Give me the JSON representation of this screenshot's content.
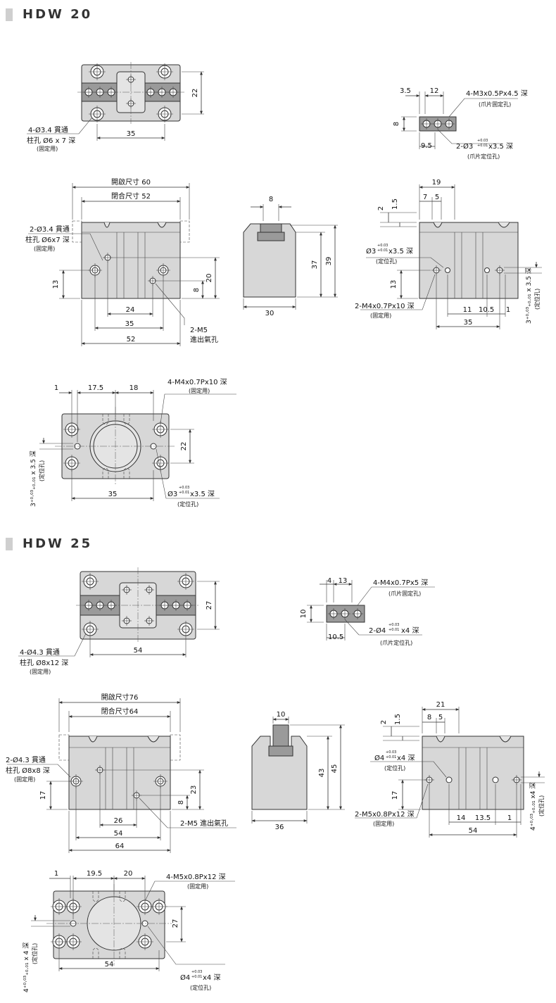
{
  "sections": [
    {
      "title": "HDW 20",
      "top_view": {
        "dim_width": "35",
        "dim_height": "22",
        "note": [
          "4-Ø3.4 貫通",
          "柱孔 Ø6 x 7 深",
          "(固定用)"
        ]
      },
      "jaw_detail": {
        "dim_a": "3.5",
        "dim_b": "12",
        "dim_h": "8",
        "dim_c": "9.5",
        "note_top": [
          "4-M3x0.5Px4.5 深",
          "(爪片固定孔)"
        ],
        "note_bot_main": "2-Ø3",
        "note_bot_tol_plus": "+0.03",
        "note_bot_tol_minus": "+0.01",
        "note_bot_tail": "x3.5 深",
        "note_bot_sub": "(爪片定位孔)"
      },
      "front_view": {
        "open_label": "開啟尺寸 60",
        "close_label": "閉合尺寸 52",
        "dim_24": "24",
        "dim_35": "35",
        "dim_52": "52",
        "dim_13": "13",
        "dim_20": "20",
        "dim_8": "8",
        "note_left": [
          "2-Ø3.4  貫通",
          "柱孔 Ø6x7 深",
          "(固定用)"
        ],
        "note_port": [
          "2-M5",
          "進出氣孔"
        ]
      },
      "side_view": {
        "dim_top": "8",
        "dim_37": "37",
        "dim_39": "39",
        "dim_30": "30"
      },
      "right_view": {
        "dim_19": "19",
        "dim_7": "7",
        "dim_5": "5",
        "dim_2": "2",
        "dim_1_5": "1.5",
        "dim_13": "13",
        "dim_11": "11",
        "dim_10_5": "10.5",
        "dim_1": "1",
        "dim_35": "35",
        "note_pin_main": "Ø3",
        "note_pin_tol_plus": "+0.03",
        "note_pin_tol_minus": "+0.01",
        "note_pin_tail": "x3.5 深",
        "note_pin_sub": "(定位孔)",
        "note_tap": [
          "2-M4x0.7Px10 深",
          "(固定用)"
        ],
        "note_vert": "3⁺⁰·⁰³₊₀.₀₁ x 3.5 深",
        "note_vert_sub": "(定位孔)"
      },
      "bottom_view": {
        "dim_1": "1",
        "dim_17_5": "17.5",
        "dim_18": "18",
        "dim_22": "22",
        "dim_35": "35",
        "note_top": [
          "4-M4x0.7Px10 深",
          "(固定用)"
        ],
        "note_pin_main": "Ø3",
        "note_pin_tol_plus": "+0.03",
        "note_pin_tol_minus": "+0.01",
        "note_pin_tail": "x3.5 深",
        "note_pin_sub": "(定位孔)",
        "note_vert": "3⁺⁰·⁰³₊₀.₀₁ x 3.5 深",
        "note_vert_sub": "(定位孔)"
      }
    },
    {
      "title": "HDW 25",
      "top_view": {
        "dim_width": "54",
        "dim_height": "27",
        "note": [
          "4-Ø4.3 貫通",
          "柱孔 Ø8x12 深",
          "(固定用)"
        ]
      },
      "jaw_detail": {
        "dim_a": "4",
        "dim_b": "13",
        "dim_h": "10",
        "dim_c": "10.5",
        "note_top": [
          "4-M4x0.7Px5 深",
          "(爪片固定孔)"
        ],
        "note_bot_main": "2-Ø4",
        "note_bot_tol_plus": "+0.03",
        "note_bot_tol_minus": "+0.01",
        "note_bot_tail": "x4  深",
        "note_bot_sub": "(爪片定位孔)"
      },
      "front_view": {
        "open_label": "開啟尺寸76",
        "close_label": "閉合尺寸64",
        "dim_26": "26",
        "dim_54": "54",
        "dim_64": "64",
        "dim_17": "17",
        "dim_23": "23",
        "dim_8": "8",
        "note_left": [
          "2-Ø4.3 貫通",
          "柱孔 Ø8x8 深",
          "(固定用)"
        ],
        "note_port": "2-M5 進出氣孔"
      },
      "side_view": {
        "dim_top": "10",
        "dim_43": "43",
        "dim_45": "45",
        "dim_36": "36"
      },
      "right_view": {
        "dim_21": "21",
        "dim_8": "8",
        "dim_5": "5",
        "dim_2": "2",
        "dim_1_5": "1.5",
        "dim_17": "17",
        "dim_14": "14",
        "dim_13_5": "13.5",
        "dim_1": "1",
        "dim_54": "54",
        "note_pin_main": "Ø4",
        "note_pin_tol_plus": "+0.03",
        "note_pin_tol_minus": "+0.01",
        "note_pin_tail": "x4  深",
        "note_pin_sub": "(定位孔)",
        "note_tap": [
          "2-M5x0.8Px12 深",
          "(固定用)"
        ],
        "note_vert": "4⁺⁰·⁰³₊₀.₀₁ x4 深",
        "note_vert_sub": "(定位孔)"
      },
      "bottom_view": {
        "dim_1": "1",
        "dim_19_5": "19.5",
        "dim_20": "20",
        "dim_27": "27",
        "dim_54": "54",
        "note_top": [
          "4-M5x0.8Px12 深",
          "(固定用)"
        ],
        "note_pin_main": "Ø4",
        "note_pin_tol_plus": "+0.03",
        "note_pin_tol_minus": "+0.01",
        "note_pin_tail": "x4 深",
        "note_pin_sub": "(定位孔)",
        "note_vert": "4⁺⁰·⁰³₊₀.₀₁ x 4 深",
        "note_vert_sub": "(定位孔)"
      }
    }
  ]
}
